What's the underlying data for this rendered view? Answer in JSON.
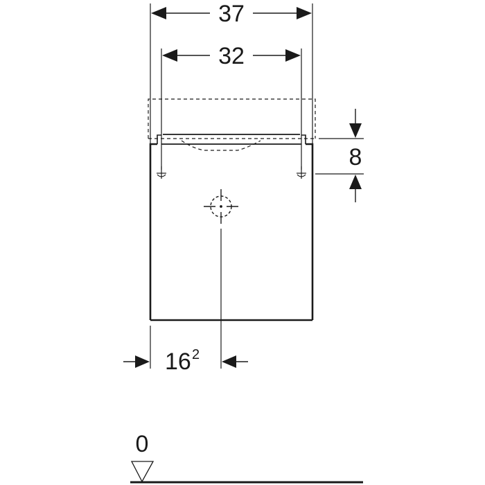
{
  "drawing": {
    "type": "technical-elevation",
    "subject": "wall-hung cabinet front view"
  },
  "dimensions": {
    "overall_width": "37",
    "hole_spacing": "32",
    "top_offset": "8",
    "center_offset_main": "16",
    "center_offset_sup": "2",
    "floor_level": "0"
  },
  "colors": {
    "line": "#1a1a1a",
    "background": "#ffffff"
  }
}
